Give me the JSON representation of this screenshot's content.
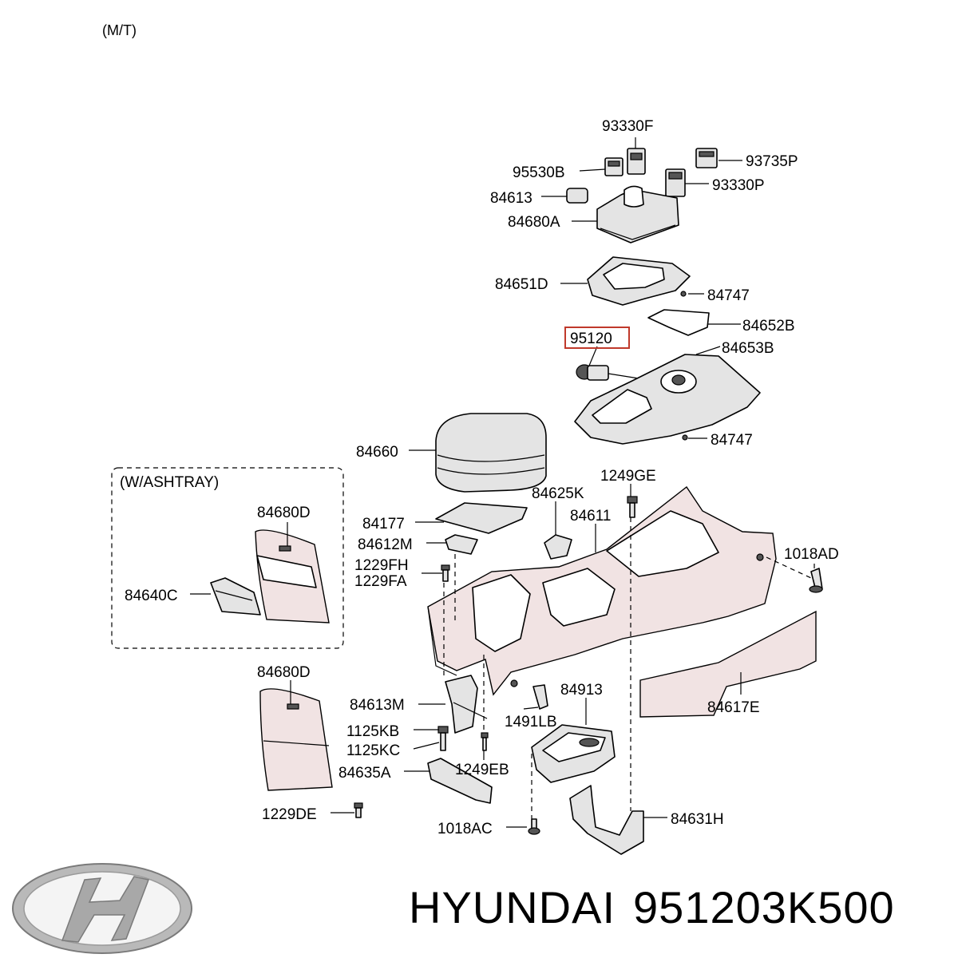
{
  "header": {
    "variant": "(M/T)"
  },
  "group": {
    "title": "(W/ASHTRAY)"
  },
  "highlight_color": "#c0392b",
  "parts": {
    "p93330F": "93330F",
    "p93735P": "93735P",
    "p95530B": "95530B",
    "p93330P": "93330P",
    "p84613": "84613",
    "p84680A": "84680A",
    "p84651D": "84651D",
    "p84747a": "84747",
    "p84652B": "84652B",
    "p95120": "95120",
    "p84653B": "84653B",
    "p84747b": "84747",
    "p84660": "84660",
    "p84680D_a": "84680D",
    "p84640C": "84640C",
    "p84625K": "84625K",
    "p1249GE": "1249GE",
    "p84177": "84177",
    "p84611": "84611",
    "p84612M": "84612M",
    "p1229FH": "1229FH",
    "p1229FA": "1229FA",
    "p1018AD": "1018AD",
    "p84680D_b": "84680D",
    "p84913": "84913",
    "p84613M": "84613M",
    "p1491LB": "1491LB",
    "p84617E": "84617E",
    "p1125KB": "1125KB",
    "p1125KC": "1125KC",
    "p1249EB": "1249EB",
    "p84635A": "84635A",
    "p1229DE": "1229DE",
    "p1018AC": "1018AC",
    "p84631H": "84631H"
  },
  "footer": {
    "brand": "HYUNDAI",
    "part_number": "951203K500"
  }
}
